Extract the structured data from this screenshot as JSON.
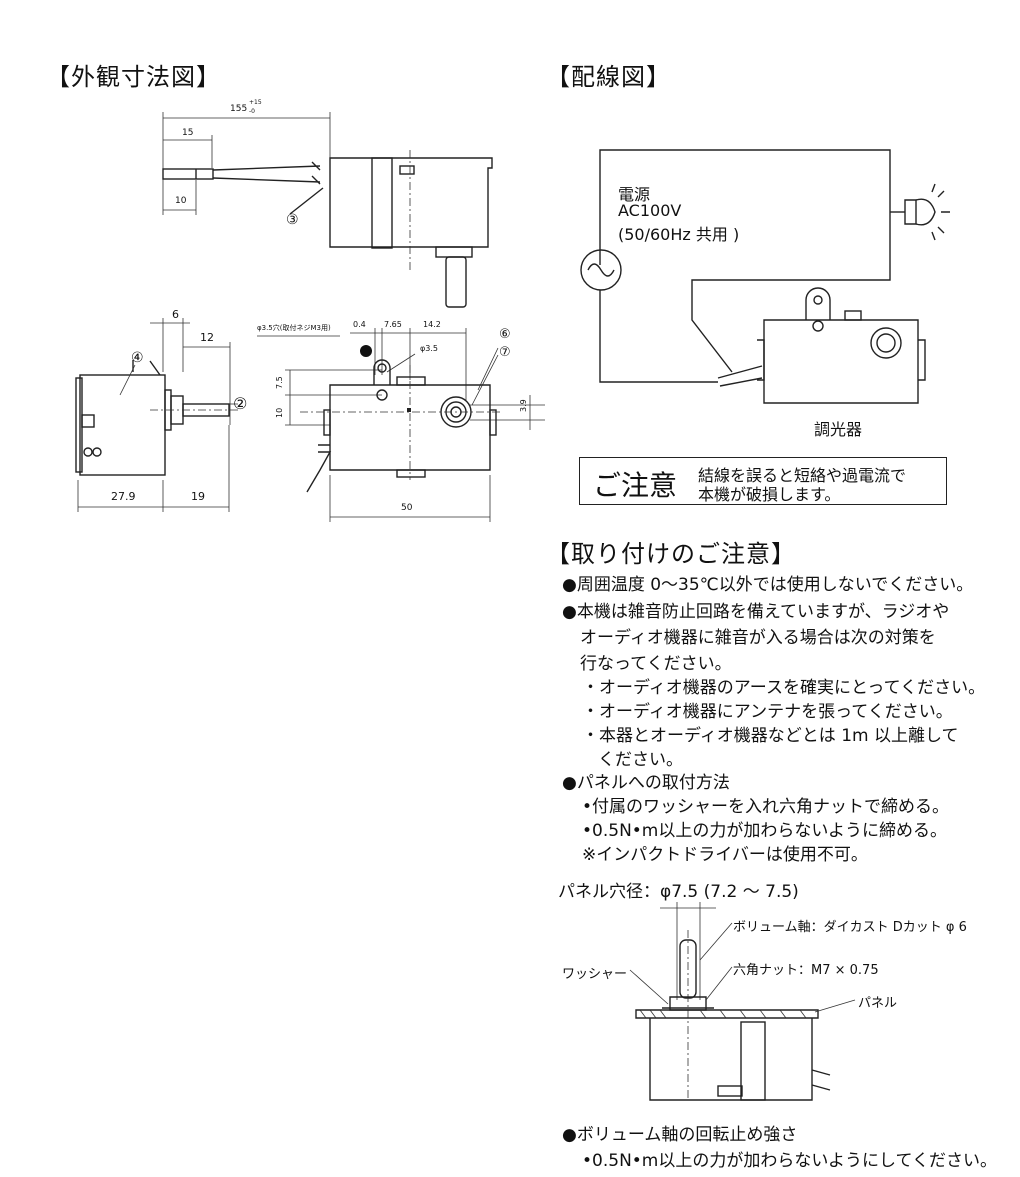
{
  "headings": {
    "outline_dimensions": "【外観寸法図】",
    "wiring_diagram": "【配線図】",
    "mounting_notes": "【取り付けのご注意】"
  },
  "dimensions": {
    "total_length": "155",
    "total_length_tol_upper": "+15",
    "total_length_tol_lower": "-0",
    "lead_strip": "15",
    "lead_end": "10",
    "flange_6": "6",
    "shaft_12": "12",
    "body_depth": "27.9",
    "shaft_length": "19",
    "hole_note": "φ3.5穴(取付ネジM3用)",
    "d_04": "0.4",
    "d_765": "7.65",
    "d_142": "14.2",
    "d_phi35": "φ3.5",
    "d_75": "7.5",
    "d_10": "10",
    "d_39": "3.9",
    "d_50": "50"
  },
  "callouts": {
    "c1": "❶",
    "c2": "②",
    "c3": "③",
    "c4": "④",
    "c6": "⑥",
    "c7": "⑦"
  },
  "wiring": {
    "source_line1": "電源",
    "source_line2": "AC100V",
    "source_line3": "(50/60Hz 共用 )",
    "dimmer_label": "調光器"
  },
  "caution": {
    "title": "ご注意",
    "line1": "結線を誤ると短絡や過電流で",
    "line2": "本機が破損します。"
  },
  "notes": {
    "n1": "●周囲温度 0～35℃以外では使用しないでください。",
    "n2a": "●本機は雑音防止回路を備えていますが、ラジオや",
    "n2b": "オーディオ機器に雑音が入る場合は次の対策を",
    "n2c": "行なってください。",
    "n2d": "・オーディオ機器のアースを確実にとってください。",
    "n2e": "・オーディオ機器にアンテナを張ってください。",
    "n2f": "・本器とオーディオ機器などとは 1m 以上離して",
    "n2g": "ください。",
    "n3": "●パネルへの取付方法",
    "n3a": "•付属のワッシャーを入れ六角ナットで締める。",
    "n3b": "•0.5N•m以上の力が加わらないように締める。",
    "n3c": "※インパクトドライバーは使用不可。",
    "panel_hole": "パネル穴径：φ7.5 (7.2 ～ 7.5)",
    "n4": "●ボリューム軸の回転止め強さ",
    "n4a": "•0.5N•m以上の力が加わらないようにしてください。"
  },
  "mounting_labels": {
    "shaft": "ボリューム軸：ダイカスト Dカット φ 6",
    "nut": "六角ナット：M7 × 0.75",
    "washer": "ワッシャー",
    "panel": "パネル"
  }
}
